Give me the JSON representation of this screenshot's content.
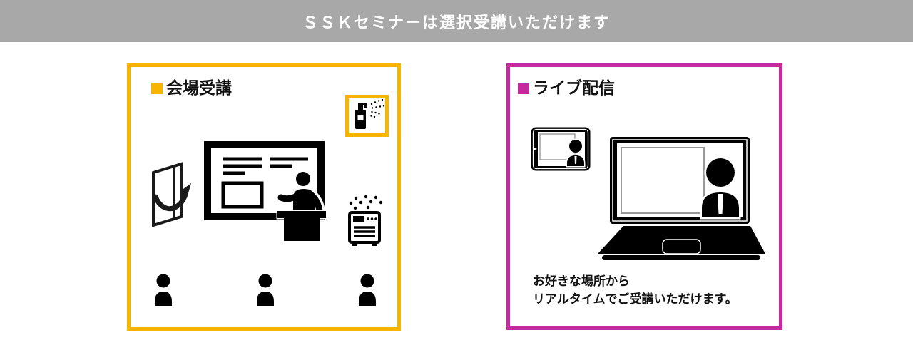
{
  "header": {
    "title": "ＳＳＫセミナーは選択受講いただけます"
  },
  "colors": {
    "header_bg": "#A8A8A8",
    "header_text": "#FFFFFF",
    "venue_accent": "#F8B500",
    "live_accent": "#C32A9E",
    "icon_color": "#000000"
  },
  "venue": {
    "label": "会場受講",
    "icons": [
      "open-window-ventilation-icon",
      "whiteboard-presenter-icon",
      "hand-sanitizer-spray-icon",
      "air-purifier-icon",
      "attendee-icon",
      "attendee-icon",
      "attendee-icon"
    ]
  },
  "live": {
    "label": "ライブ配信",
    "icons": [
      "tablet-stream-icon",
      "laptop-stream-icon"
    ],
    "description_line1": "お好きな場所から",
    "description_line2": "リアルタイムでご受講いただけます。"
  }
}
